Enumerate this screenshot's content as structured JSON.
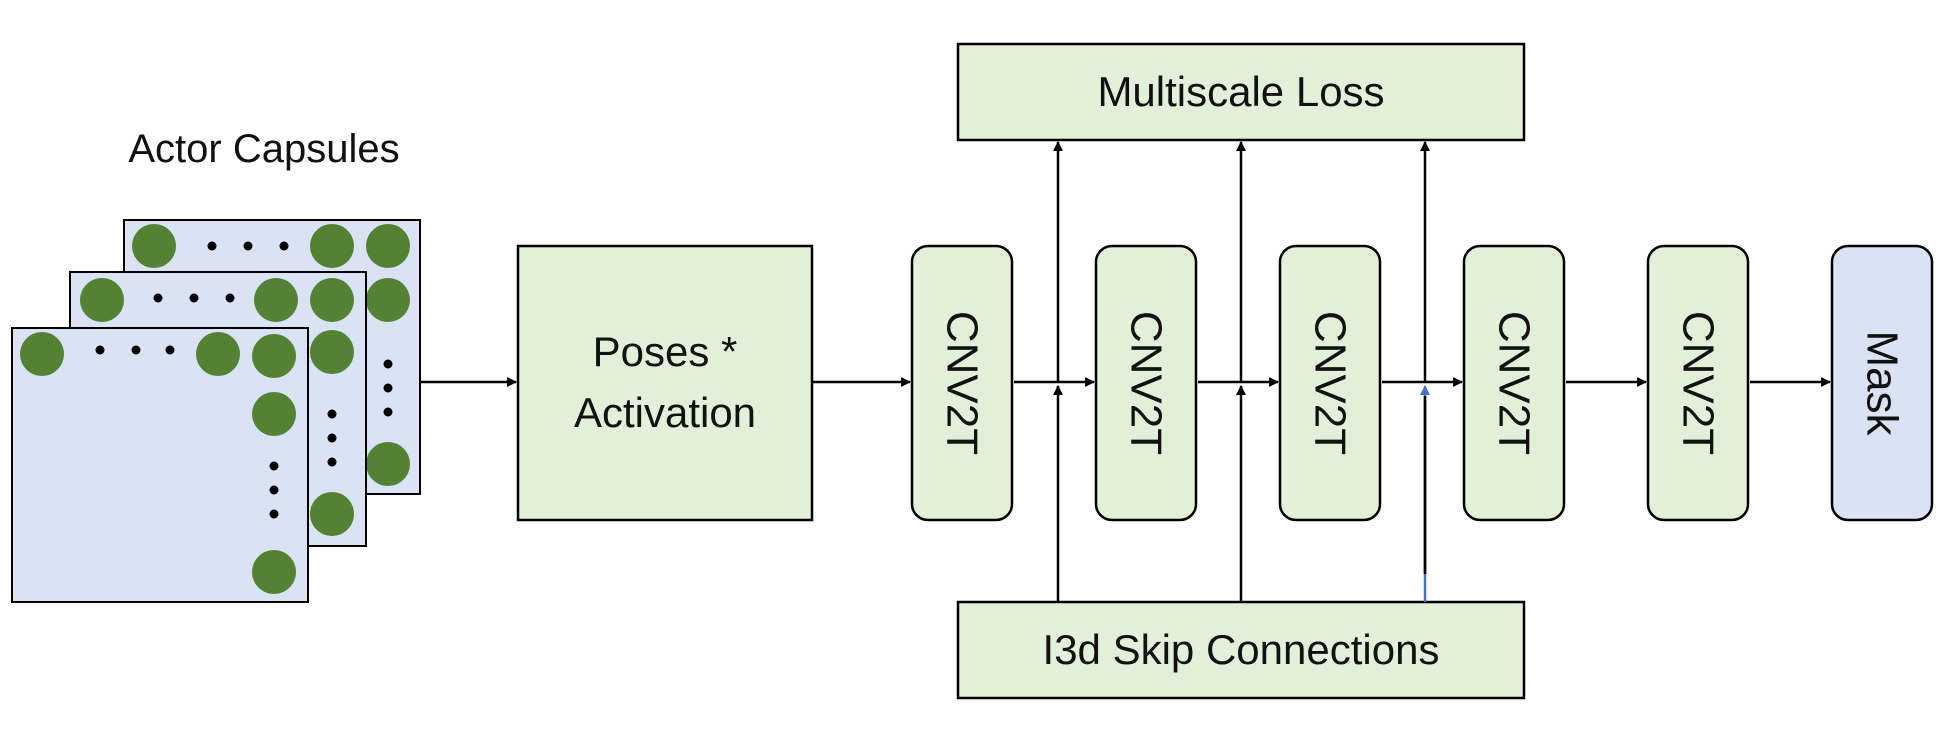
{
  "actor_capsules": {
    "title": "Actor Capsules"
  },
  "poses_block": {
    "line1": "Poses *",
    "line2": "Activation"
  },
  "multiscale_loss": {
    "label": "Multiscale Loss"
  },
  "skip_connections": {
    "label": "I3d Skip Connections"
  },
  "conv_blocks": [
    {
      "label": "CNV2T"
    },
    {
      "label": "CNV2T"
    },
    {
      "label": "CNV2T"
    },
    {
      "label": "CNV2T"
    },
    {
      "label": "CNV2T"
    }
  ],
  "mask_block": {
    "label": "Mask"
  },
  "colors": {
    "green_box": "#e2efd9",
    "blue_box": "#dae3f3",
    "capsule_dot": "#548235",
    "stroke": "#000000",
    "blue_arrow": "#4472c4"
  }
}
